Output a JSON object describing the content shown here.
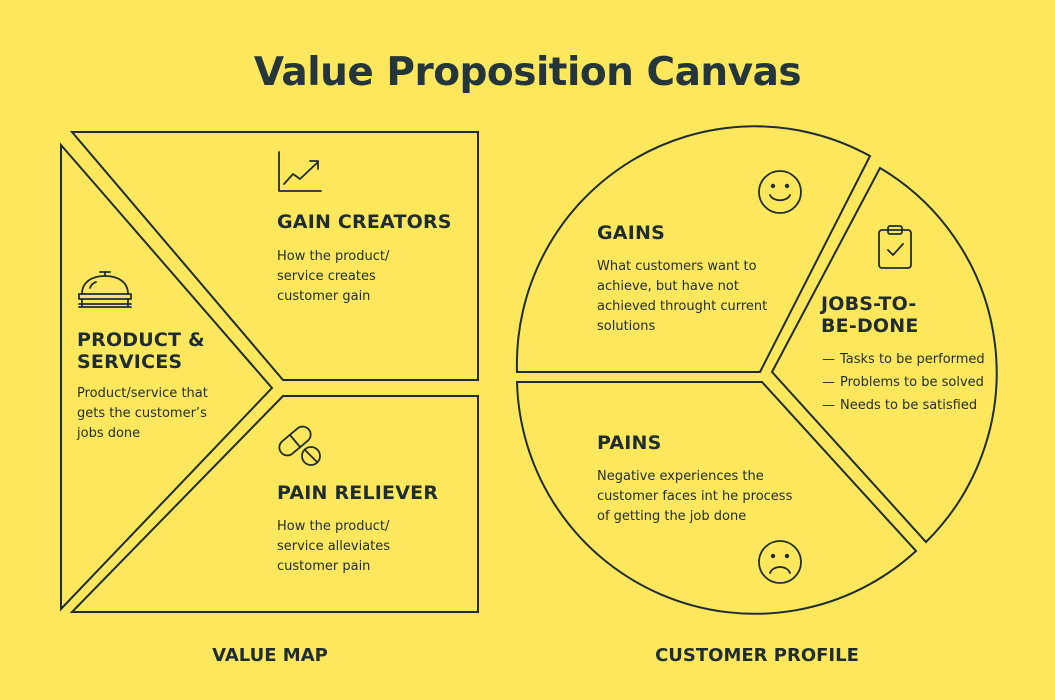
{
  "title": "Value Proposition Canvas",
  "colors": {
    "background": "#fde75c",
    "ink": "#1f2d33"
  },
  "value_map": {
    "label": "VALUE MAP",
    "gain_creators": {
      "icon": "trend-up-chart-icon",
      "heading": "GAIN CREATORS",
      "lines": [
        "How the product/",
        "service creates",
        "customer gain"
      ]
    },
    "products_services": {
      "icon": "serving-cloche-icon",
      "heading_lines": [
        "PRODUCT &",
        "SERVICES"
      ],
      "lines": [
        "Product/service that",
        "gets the customer’s",
        "jobs done"
      ]
    },
    "pain_reliever": {
      "icon": "pills-icon",
      "heading": "PAIN RELIEVER",
      "lines": [
        "How the product/",
        "service alleviates",
        "customer pain"
      ]
    }
  },
  "customer_profile": {
    "label": "CUSTOMER PROFILE",
    "gains": {
      "icon": "smiley-face-icon",
      "heading": "GAINS",
      "lines": [
        "What customers want to",
        "achieve, but have not",
        "achieved throught current",
        "solutions"
      ]
    },
    "jobs": {
      "icon": "clipboard-check-icon",
      "heading_lines": [
        "JOBS-TO-",
        "BE-DONE"
      ],
      "items": [
        "Tasks to be performed",
        "Problems to be solved",
        "Needs to be satisfied"
      ]
    },
    "pains": {
      "icon": "sad-face-icon",
      "heading": "PAINS",
      "lines": [
        "Negative experiences the",
        "customer faces int he process",
        "of getting the job done"
      ]
    }
  }
}
